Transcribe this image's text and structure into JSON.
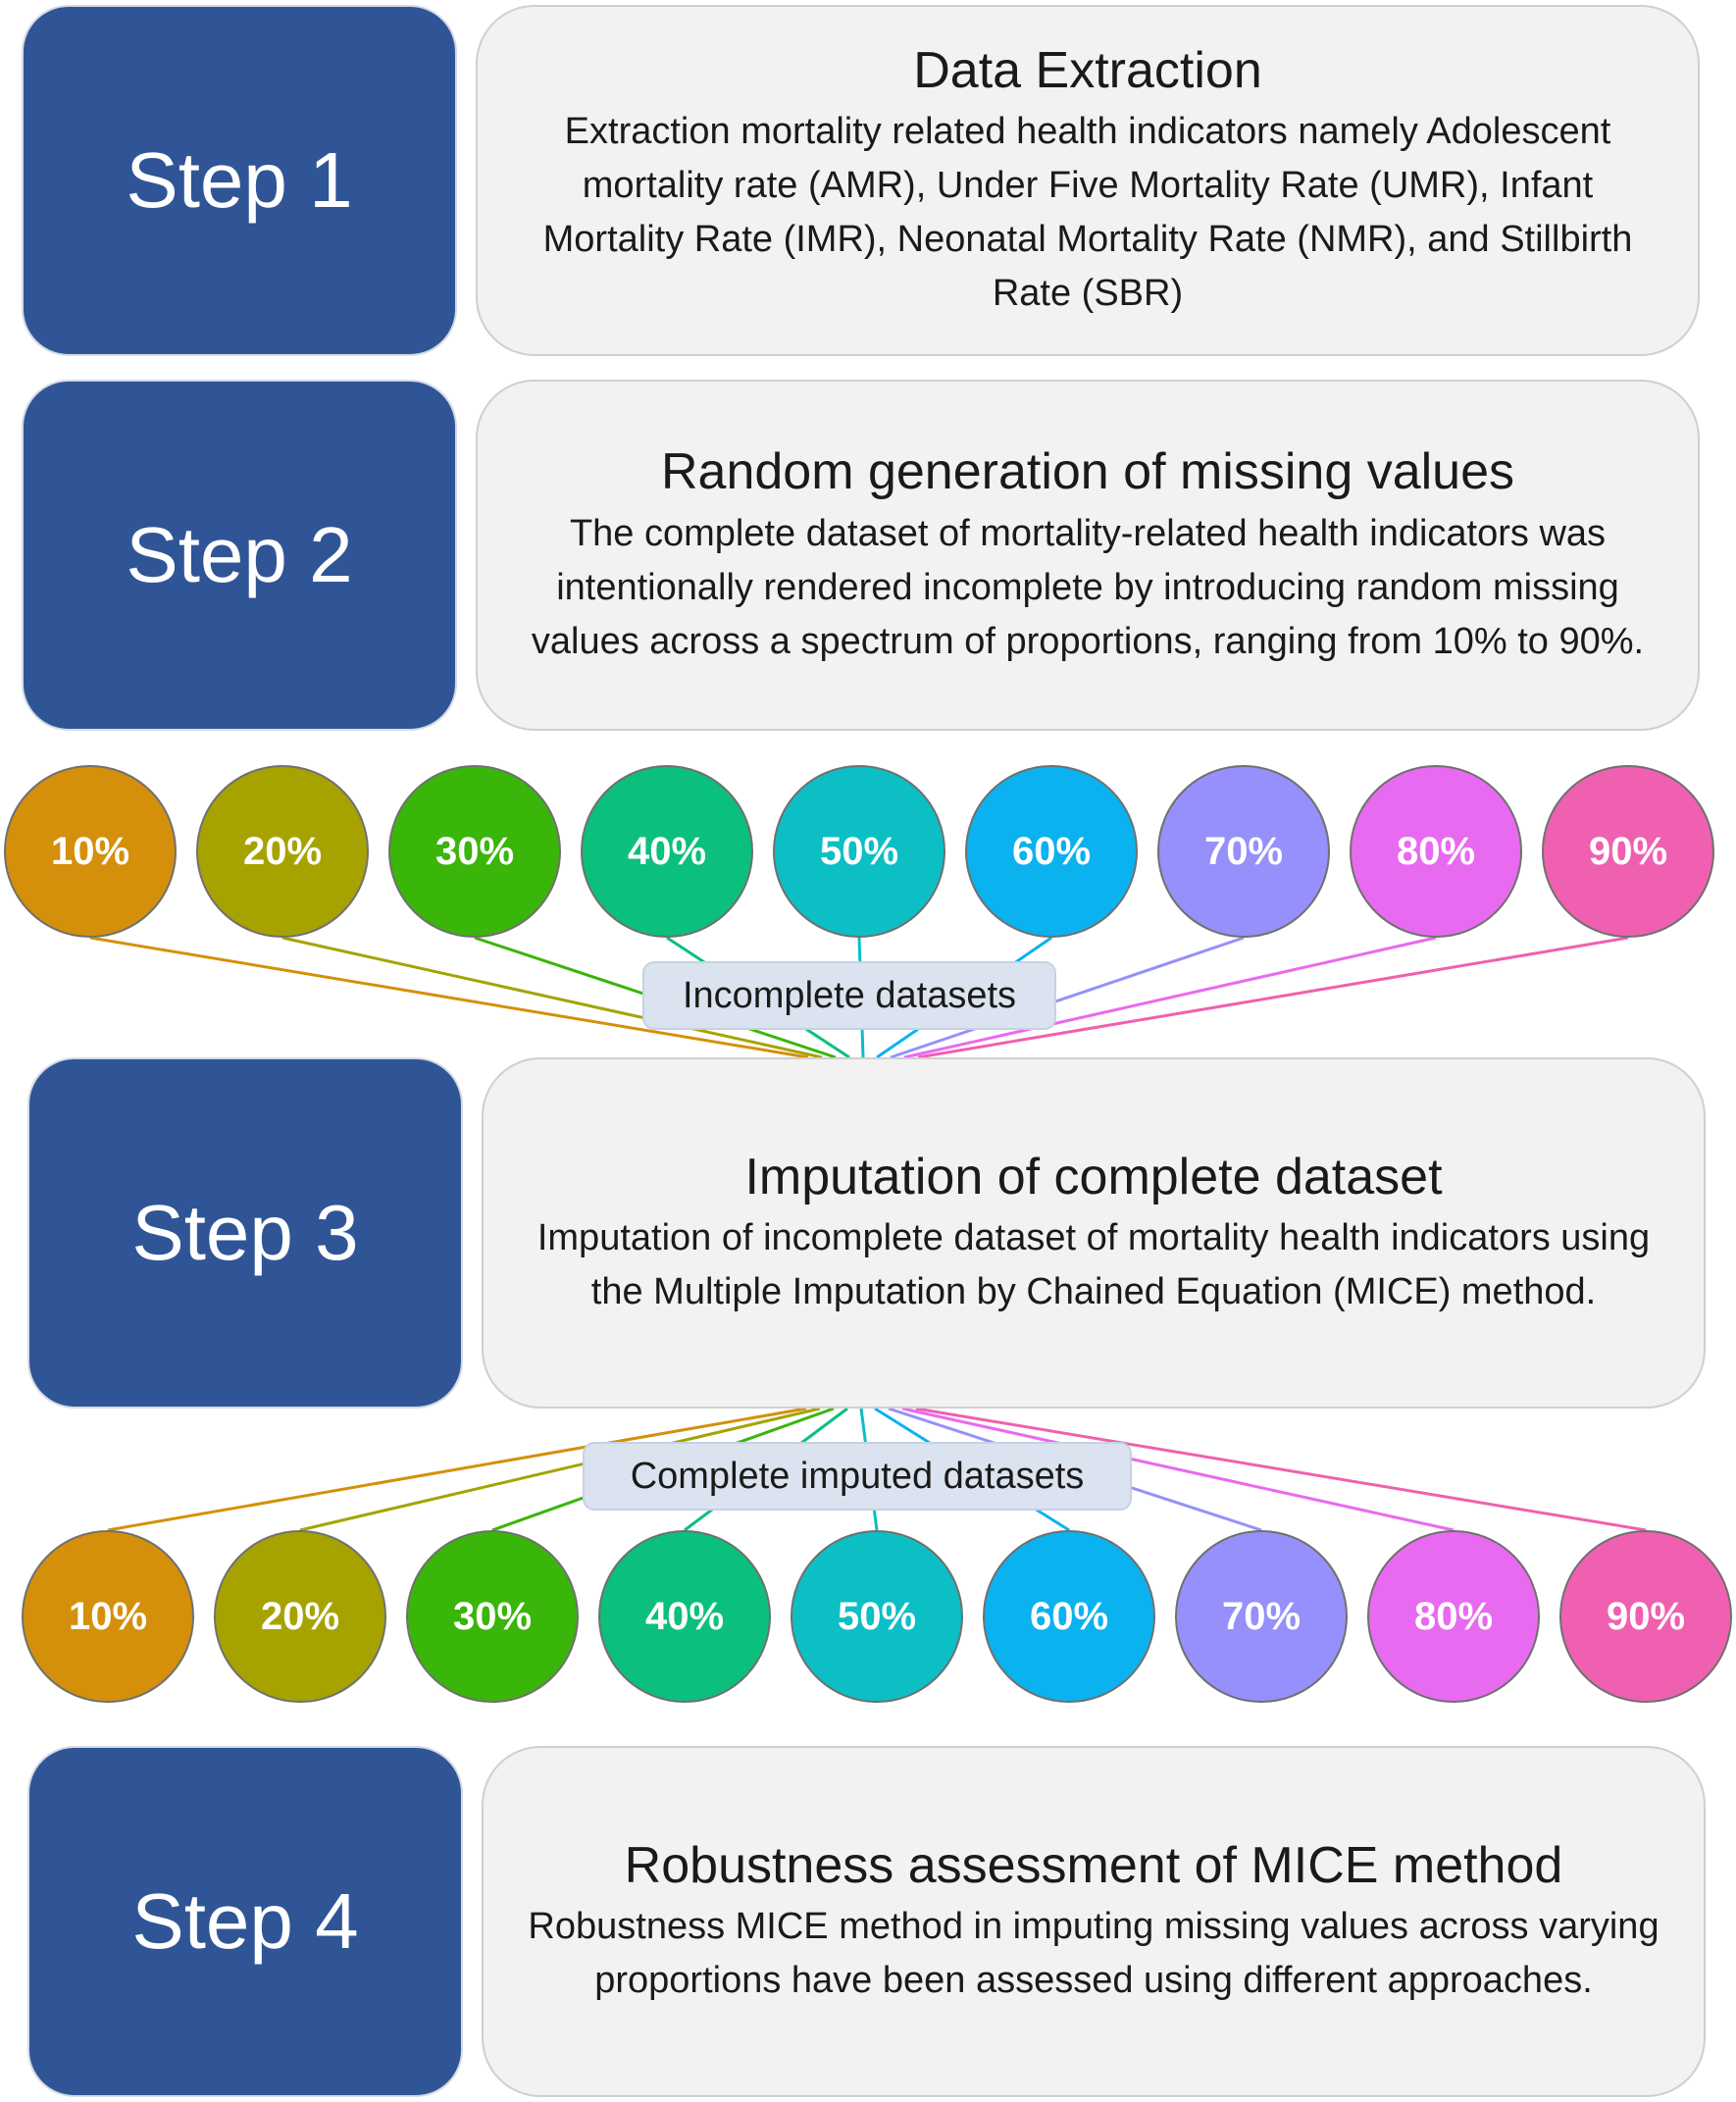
{
  "steps": [
    {
      "label": "Step 1",
      "title": "Data Extraction",
      "body": "Extraction mortality related health indicators namely Adolescent mortality rate (AMR), Under Five Mortality Rate (UMR), Infant Mortality Rate (IMR), Neonatal Mortality Rate (NMR), and Stillbirth Rate (SBR)"
    },
    {
      "label": "Step 2",
      "title": "Random generation of missing values",
      "body": "The complete dataset of mortality-related health indicators was intentionally rendered incomplete by introducing random missing values across a spectrum of proportions, ranging from 10% to 90%."
    },
    {
      "label": "Step 3",
      "title": "Imputation of complete dataset",
      "body": "Imputation of incomplete dataset of mortality health indicators using the Multiple Imputation by Chained Equation (MICE) method."
    },
    {
      "label": "Step 4",
      "title": "Robustness assessment of MICE method",
      "body": "Robustness MICE method in imputing missing values across varying proportions have been assessed using different approaches."
    }
  ],
  "proportions": [
    {
      "label": "10%",
      "color": "#d4900a"
    },
    {
      "label": "20%",
      "color": "#a6a300"
    },
    {
      "label": "30%",
      "color": "#3ab50a"
    },
    {
      "label": "40%",
      "color": "#0bbf7d"
    },
    {
      "label": "50%",
      "color": "#0bbfc5"
    },
    {
      "label": "60%",
      "color": "#0bb2f0"
    },
    {
      "label": "70%",
      "color": "#9590fb"
    },
    {
      "label": "80%",
      "color": "#e86af0"
    },
    {
      "label": "90%",
      "color": "#f060b0"
    }
  ],
  "incomplete_label": "Incomplete datasets",
  "imputed_label": "Complete imputed datasets",
  "colors": {
    "step_box": "#2f5597",
    "desc_box": "#f2f2f2",
    "label_box": "#dbe3f0"
  }
}
